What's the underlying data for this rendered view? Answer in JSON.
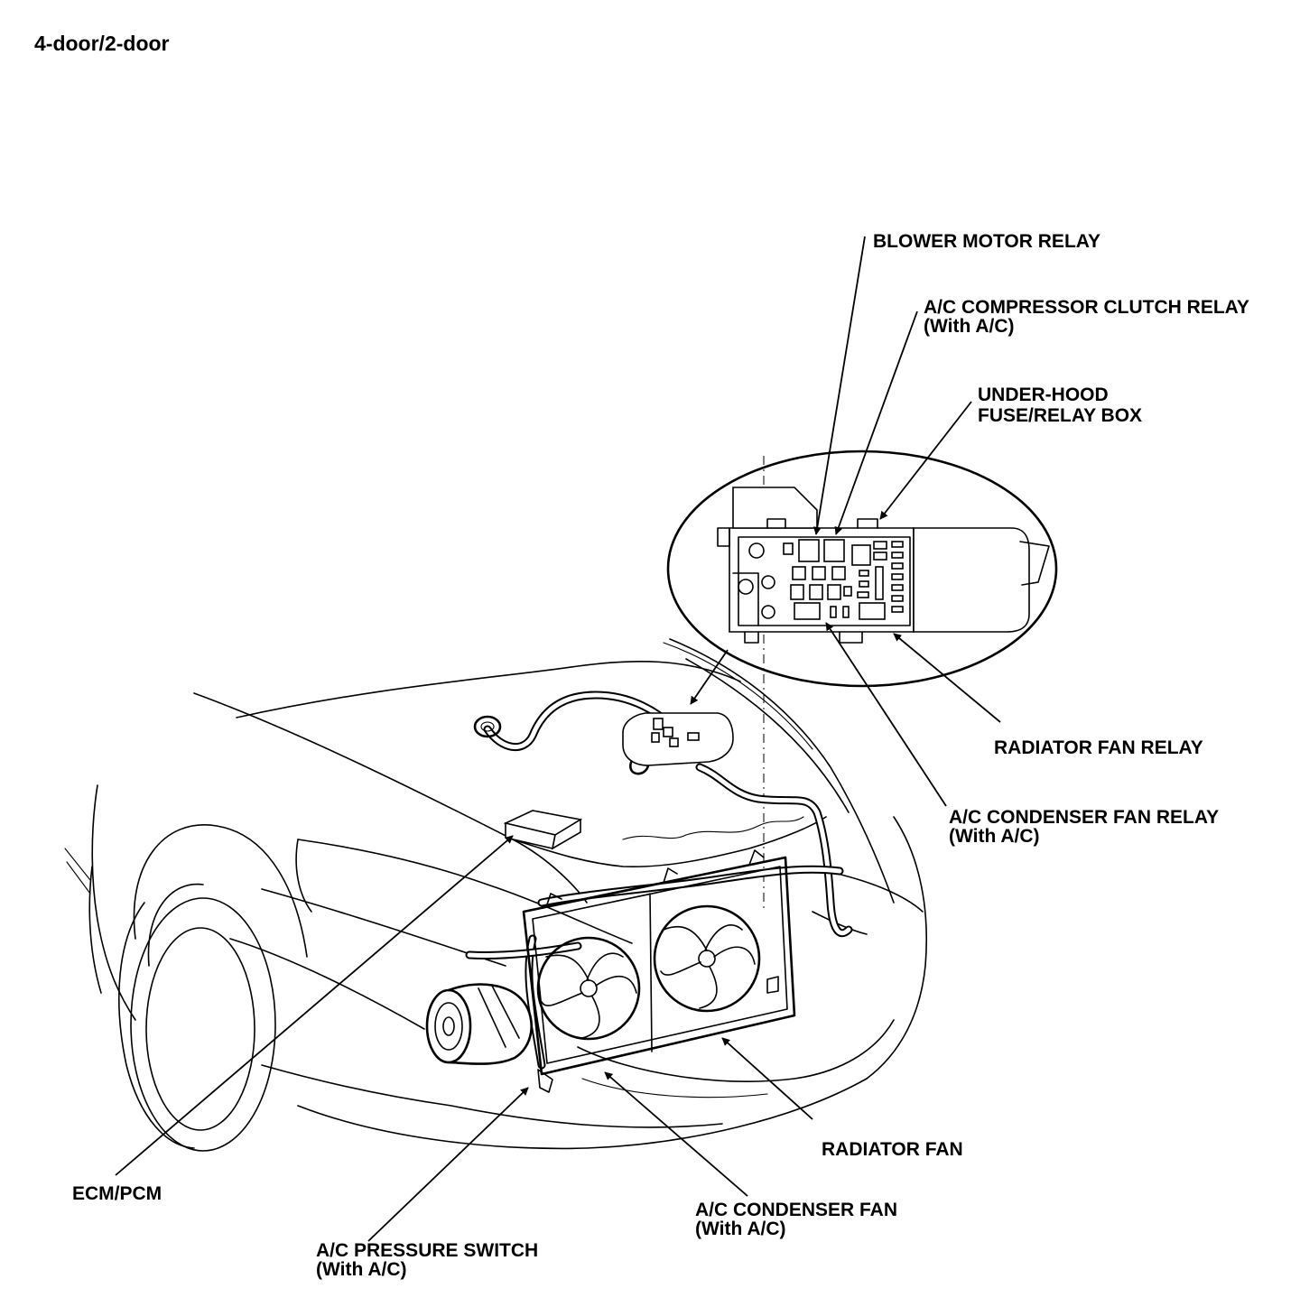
{
  "heading": "4-door/2-door",
  "labels": {
    "blower_motor_relay": "BLOWER MOTOR RELAY",
    "ac_compressor_clutch_relay": [
      "A/C COMPRESSOR CLUTCH RELAY",
      "(With A/C)"
    ],
    "under_hood_fuse_relay_box": [
      "UNDER-HOOD",
      "FUSE/RELAY BOX"
    ],
    "radiator_fan_relay": "RADIATOR FAN RELAY",
    "ac_condenser_fan_relay": [
      "A/C CONDENSER FAN RELAY",
      "(With A/C)"
    ],
    "radiator_fan": "RADIATOR FAN",
    "ecm_pcm": "ECM/PCM",
    "ac_condenser_fan": [
      "A/C CONDENSER FAN",
      "(With A/C)"
    ],
    "ac_pressure_switch": [
      "A/C PRESSURE SWITCH",
      "(With A/C)"
    ]
  }
}
